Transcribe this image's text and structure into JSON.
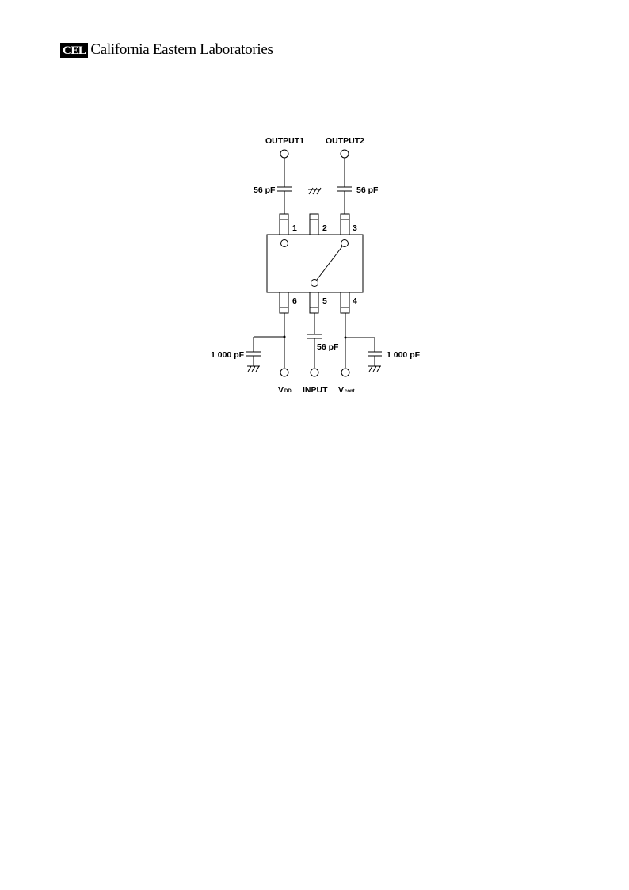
{
  "header": {
    "logo": "CEL",
    "company": "California Eastern Laboratories"
  },
  "diagram": {
    "terminals": {
      "output1": "OUTPUT1",
      "output2": "OUTPUT2",
      "input": "INPUT",
      "vdd": "V",
      "vdd_sub": "DD",
      "vcont": "V",
      "vcont_sub": "cont"
    },
    "capacitors": {
      "out1": "56 pF",
      "out2": "56 pF",
      "input": "56 pF",
      "vdd": "1 000 pF",
      "vcont": "1 000 pF"
    },
    "pins": [
      "1",
      "2",
      "3",
      "4",
      "5",
      "6"
    ]
  }
}
